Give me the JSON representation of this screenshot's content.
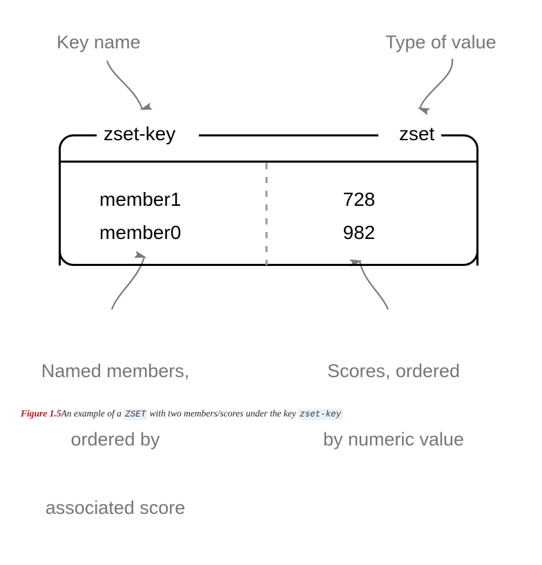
{
  "figure": {
    "annotations": {
      "key_name": "Key name",
      "type_of_value": "Type of value",
      "members_note": [
        "Named members,",
        "ordered by",
        "associated score"
      ],
      "scores_note": [
        "Scores, ordered",
        "by numeric value"
      ]
    },
    "box": {
      "key_label": "zset-key",
      "type_label": "zset",
      "rows": [
        {
          "member": "member1",
          "score": "728"
        },
        {
          "member": "member0",
          "score": "982"
        }
      ]
    },
    "caption": {
      "figure_number": "Figure 1.5",
      "text_part1": "An example of a ",
      "code1": "ZSET",
      "text_part2": " with two members/scores under the key ",
      "code2": "zset-key"
    },
    "colors": {
      "annotation_gray": "#767676",
      "arrow_gray": "#7a7a7a",
      "box_black": "#000000",
      "divider_gray": "#9a9a9a",
      "caption_red": "#b8141a",
      "code_background": "#eaf0f8"
    }
  }
}
